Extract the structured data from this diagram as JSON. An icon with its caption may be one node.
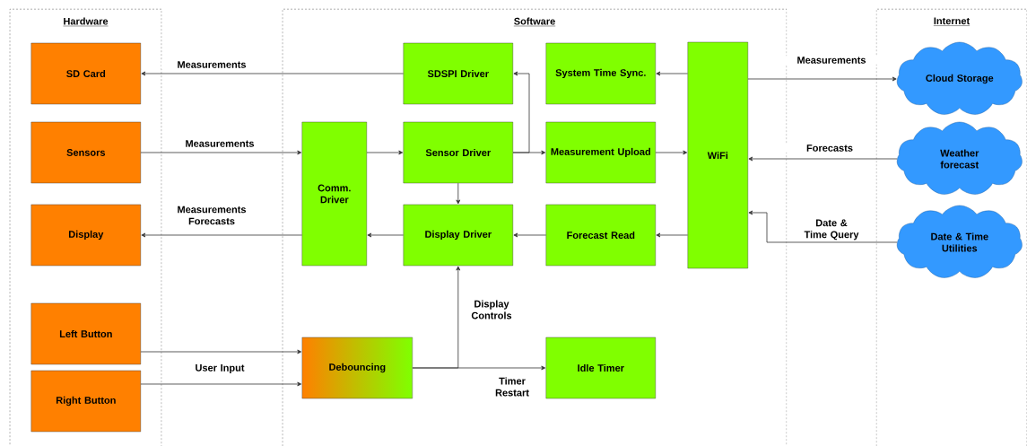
{
  "diagram": {
    "nodes": [
      {
        "text": [
          "Hardware"
        ]
      },
      {
        "text": [
          "Software"
        ]
      },
      {
        "text": [
          "Internet"
        ]
      },
      {
        "text": [
          "SD Card"
        ],
        "in": 0
      },
      {
        "text": [
          "Sensors"
        ],
        "in": 0
      },
      {
        "text": [
          "Display"
        ],
        "in": 0
      },
      {
        "text": [
          "Left Button"
        ],
        "in": 0
      },
      {
        "text": [
          "Right Button"
        ],
        "in": 0
      },
      {
        "text": [
          "SDSPI Driver"
        ],
        "in": 1
      },
      {
        "text": [
          "System Time Sync."
        ],
        "in": 1
      },
      {
        "text": [
          "WiFi"
        ],
        "in": 1
      },
      {
        "text": [
          "Comm. Driver"
        ],
        "in": 1
      },
      {
        "text": [
          "Sensor Driver"
        ],
        "in": 1
      },
      {
        "text": [
          "Measurement Upload"
        ],
        "in": 1
      },
      {
        "text": [
          "Display Driver"
        ],
        "in": 1
      },
      {
        "text": [
          "Forecast Read"
        ],
        "in": 1
      },
      {
        "text": [
          "Debouncing"
        ],
        "in": 1
      },
      {
        "text": [
          "Idle Timer"
        ],
        "in": 1
      },
      {
        "text": [
          "Cloud Storage"
        ],
        "in": 2
      },
      {
        "text": [
          "Weather forecast"
        ],
        "in": 2
      },
      {
        "text": [
          "Date & Time Utilities"
        ],
        "in": 2
      }
    ],
    "edges": [
      {
        "from": 8,
        "to": 3,
        "arrow": "to",
        "label": "Measurements"
      },
      {
        "from": 4,
        "to": 11,
        "arrow": "to",
        "label": "Measurements"
      },
      {
        "from": 11,
        "to": 5,
        "arrow": "to",
        "label": "Measurements Forecasts"
      },
      {
        "from": 11,
        "to": 12,
        "arrow": "to"
      },
      {
        "from": 14,
        "to": 11,
        "arrow": "to"
      },
      {
        "from": 12,
        "to": 8,
        "arrow": "to"
      },
      {
        "from": 12,
        "to": 13,
        "arrow": "to"
      },
      {
        "from": 12,
        "to": 14,
        "arrow": "to"
      },
      {
        "from": 13,
        "to": 10,
        "arrow": "to"
      },
      {
        "from": 10,
        "to": 9,
        "arrow": "to"
      },
      {
        "from": 10,
        "to": 15,
        "arrow": "to"
      },
      {
        "from": 15,
        "to": 14,
        "arrow": "to"
      },
      {
        "from": 10,
        "to": 18,
        "arrow": "to",
        "label": "Measurements"
      },
      {
        "from": 19,
        "to": 10,
        "arrow": "to",
        "label": "Forecasts"
      },
      {
        "from": 20,
        "to": 10,
        "arrow": "to",
        "label": "Date & Time Query"
      },
      {
        "from": 6,
        "to": 16,
        "arrow": "to"
      },
      {
        "from": 7,
        "to": 16,
        "arrow": "to",
        "label": "User Input"
      },
      {
        "from": 16,
        "to": 14,
        "arrow": "to",
        "label": "Display Controls"
      },
      {
        "from": 16,
        "to": 17,
        "arrow": "to",
        "label": "Timer Restart"
      }
    ]
  }
}
